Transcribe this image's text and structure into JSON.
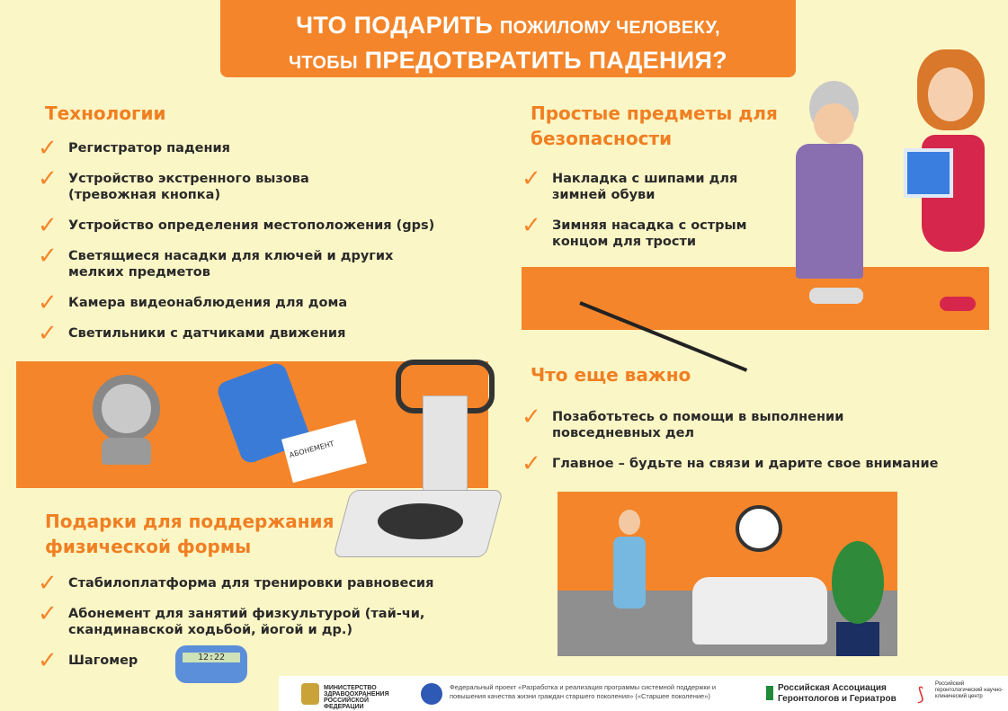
{
  "title": {
    "line1_big": "ЧТО ПОДАРИТЬ",
    "line1_small": "ПОЖИЛОМУ ЧЕЛОВЕКУ,",
    "line2_small": "ЧТОБЫ",
    "line2_big": "ПРЕДОТВРАТИТЬ ПАДЕНИЯ?"
  },
  "sections": {
    "tech": {
      "heading": "Технологии",
      "items": [
        "Регистратор падения",
        "Устройство экстренного вызова (тревожная кнопка)",
        "Устройство определения местоположения (gps)",
        "Светящиеся насадки для ключей и других мелких предметов",
        "Камера видеонаблюдения для дома",
        "Светильники с датчиками движения"
      ]
    },
    "fitness": {
      "heading": "Подарки для поддержания физической формы",
      "items": [
        "Стабилоплатформа для тренировки равновесия",
        "Абонемент для занятий физкультурой (тай-чи, скандинавской ходьбой, йогой и др.)",
        "Шагомер"
      ]
    },
    "simple": {
      "heading": "Простые предметы для безопасности",
      "items": [
        "Накладка с шипами для зимней обуви",
        "Зимняя насадка с острым концом для трости"
      ]
    },
    "important": {
      "heading": "Что еще важно",
      "items": [
        "Позаботьтесь о помощи в выполнении повседневных дел",
        "Главное – будьте на связи и дарите свое внимание"
      ]
    }
  },
  "illustrations": {
    "card_label": "АБОНЕМЕНТ",
    "pedometer_display": "12:22"
  },
  "footer": {
    "ministry": "МИНИСТЕРСТВО ЗДРАВООХРАНЕНИЯ РОССИЙСКОЙ ФЕДЕРАЦИИ",
    "project": "Федеральный проект «Разработка и реализация программы системной поддержки и повышения качества жизни граждан старшего поколения» («Старшее поколение»)",
    "association": "Российская Ассоциация Геронтологов и Гериатров",
    "center": "Российский геронтологический научно-клинический центр"
  },
  "colors": {
    "accent": "#f4852a",
    "background": "#fbf6c6",
    "heading": "#f07f22"
  }
}
